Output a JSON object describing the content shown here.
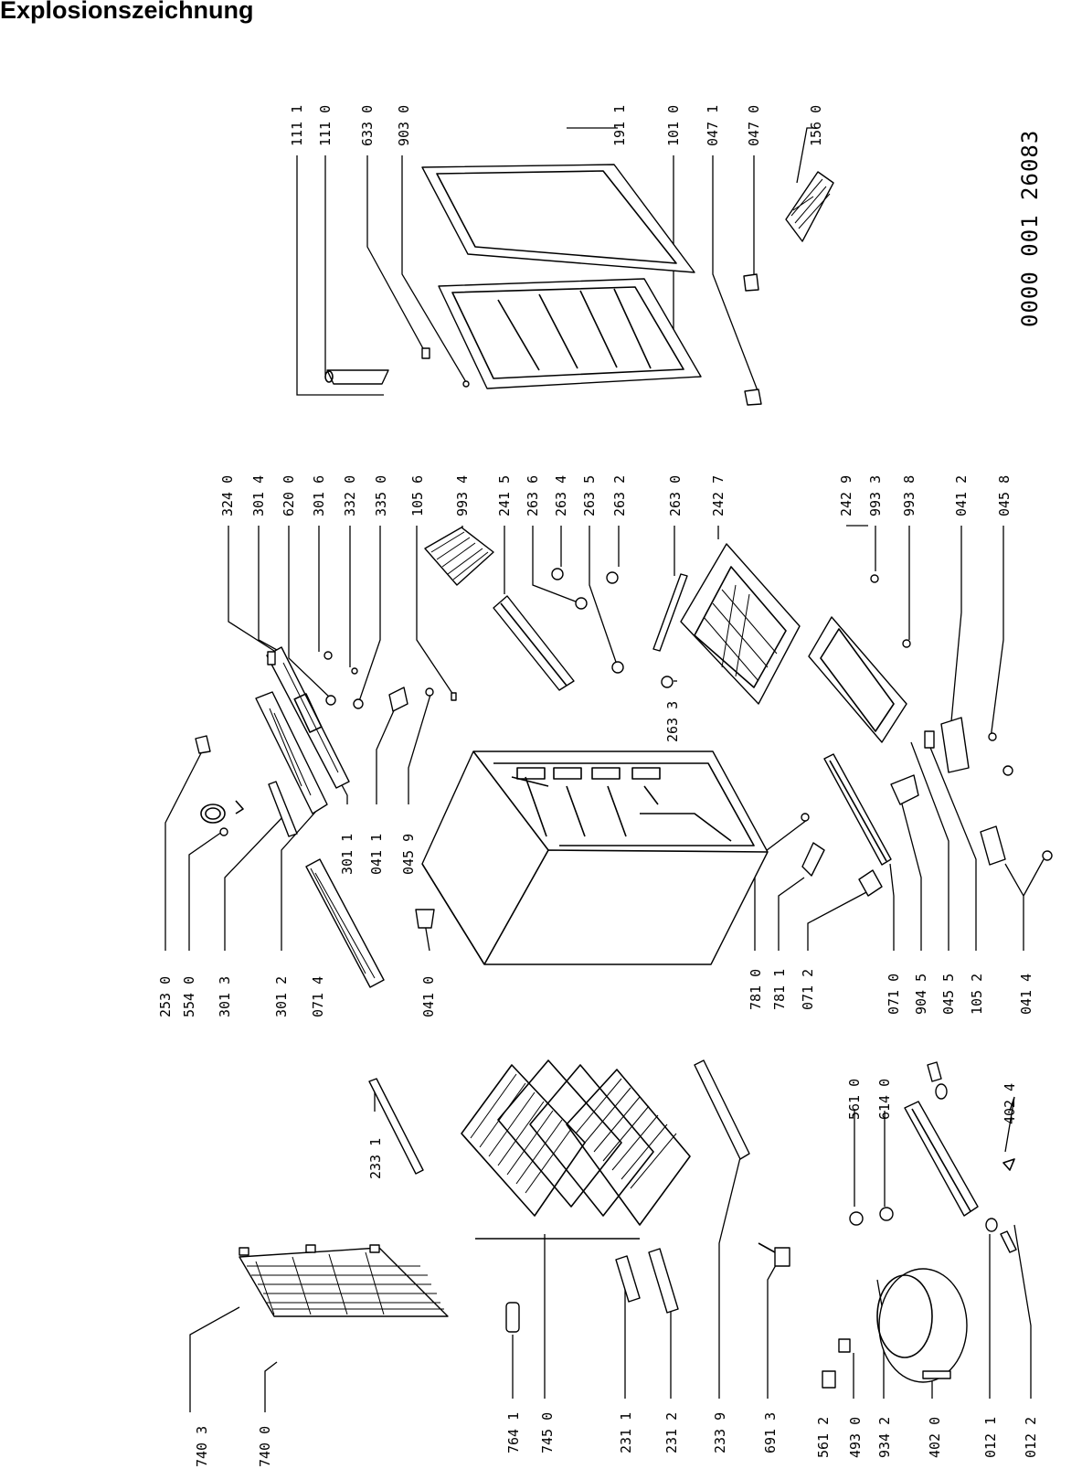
{
  "title": "Explosionszeichnung",
  "doc_number": "0000 001 26083",
  "labels": {
    "l_740_3": "740 3",
    "l_740_0": "740 0",
    "l_764_1": "764 1",
    "l_745_0": "745 0",
    "l_231_1": "231 1",
    "l_231_2": "231 2",
    "l_233_9": "233 9",
    "l_691_3": "691 3",
    "l_561_2": "561 2",
    "l_493_0": "493 0",
    "l_934_2": "934 2",
    "l_402_0": "402 0",
    "l_012_1": "012 1",
    "l_012_2": "012 2",
    "l_233_1": "233 1",
    "l_561_0": "561 0",
    "l_614_0": "614 0",
    "l_402_4": "402 4",
    "l_253_0": "253 0",
    "l_554_0": "554 0",
    "l_301_3": "301 3",
    "l_301_2": "301 2",
    "l_071_4": "071 4",
    "l_041_0": "041 0",
    "l_301_1": "301 1",
    "l_041_1": "041 1",
    "l_045_9": "045 9",
    "l_781_0": "781 0",
    "l_781_1": "781 1",
    "l_071_2": "071 2",
    "l_071_0": "071 0",
    "l_904_5": "904 5",
    "l_045_5": "045 5",
    "l_105_2": "105 2",
    "l_041_4": "041 4",
    "l_324_0": "324 0",
    "l_301_4": "301 4",
    "l_620_0": "620 0",
    "l_301_6": "301 6",
    "l_332_0": "332 0",
    "l_335_0": "335 0",
    "l_105_6": "105 6",
    "l_993_4": "993 4",
    "l_241_5": "241 5",
    "l_263_6": "263 6",
    "l_263_4": "263 4",
    "l_263_5": "263 5",
    "l_263_2": "263 2",
    "l_263_0": "263 0",
    "l_242_7": "242 7",
    "l_263_3": "263 3",
    "l_242_9": "242 9",
    "l_993_3": "993 3",
    "l_993_8": "993 8",
    "l_041_2": "041 2",
    "l_045_8": "045 8",
    "l_111_1": "111 1",
    "l_111_0": "111 0",
    "l_633_0": "633 0",
    "l_903_0": "903 0",
    "l_191_1": "191 1",
    "l_101_0": "101 0",
    "l_047_1": "047 1",
    "l_047_0": "047 0",
    "l_156_0": "156 0"
  }
}
